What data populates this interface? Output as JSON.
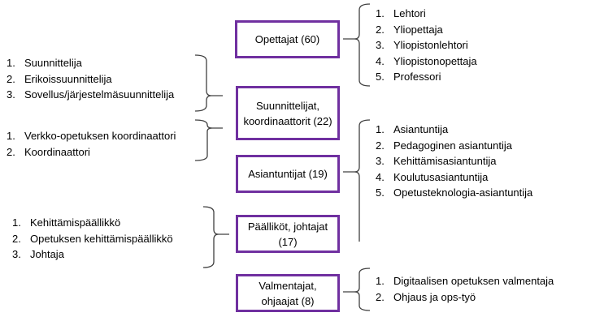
{
  "colors": {
    "box_border": "#7030a0",
    "brace": "#404040"
  },
  "groups": [
    {
      "label": "Opettajat (60)",
      "items": [
        "Lehtori",
        "Yliopettaja",
        "Yliopistonlehtori",
        "Yliopistonopettaja",
        "Professori"
      ]
    },
    {
      "label": "Suunnittelijat, koordinaattorit (22)",
      "items_a": [
        "Suunnittelija",
        "Erikoissuunnittelija",
        "Sovellus/järjestelmäsuunnittelija"
      ],
      "items_b": [
        "Verkko-opetuksen koordinaattori",
        "Koordinaattori"
      ]
    },
    {
      "label": "Asiantuntijat (19)",
      "items": [
        "Asiantuntija",
        "Pedagoginen asiantuntija",
        "Kehittämisasiantuntija",
        "Koulutusasiantuntija",
        "Opetusteknologia-asiantuntija"
      ]
    },
    {
      "label": "Päälliköt, johtajat (17)",
      "items": [
        "Kehittämispäällikkö",
        "Opetuksen kehittämispäällikkö",
        "Johtaja"
      ]
    },
    {
      "label": "Valmentajat, ohjaajat (8)",
      "items": [
        "Digitaalisen opetuksen valmentaja",
        "Ohjaus ja ops-työ"
      ]
    }
  ]
}
